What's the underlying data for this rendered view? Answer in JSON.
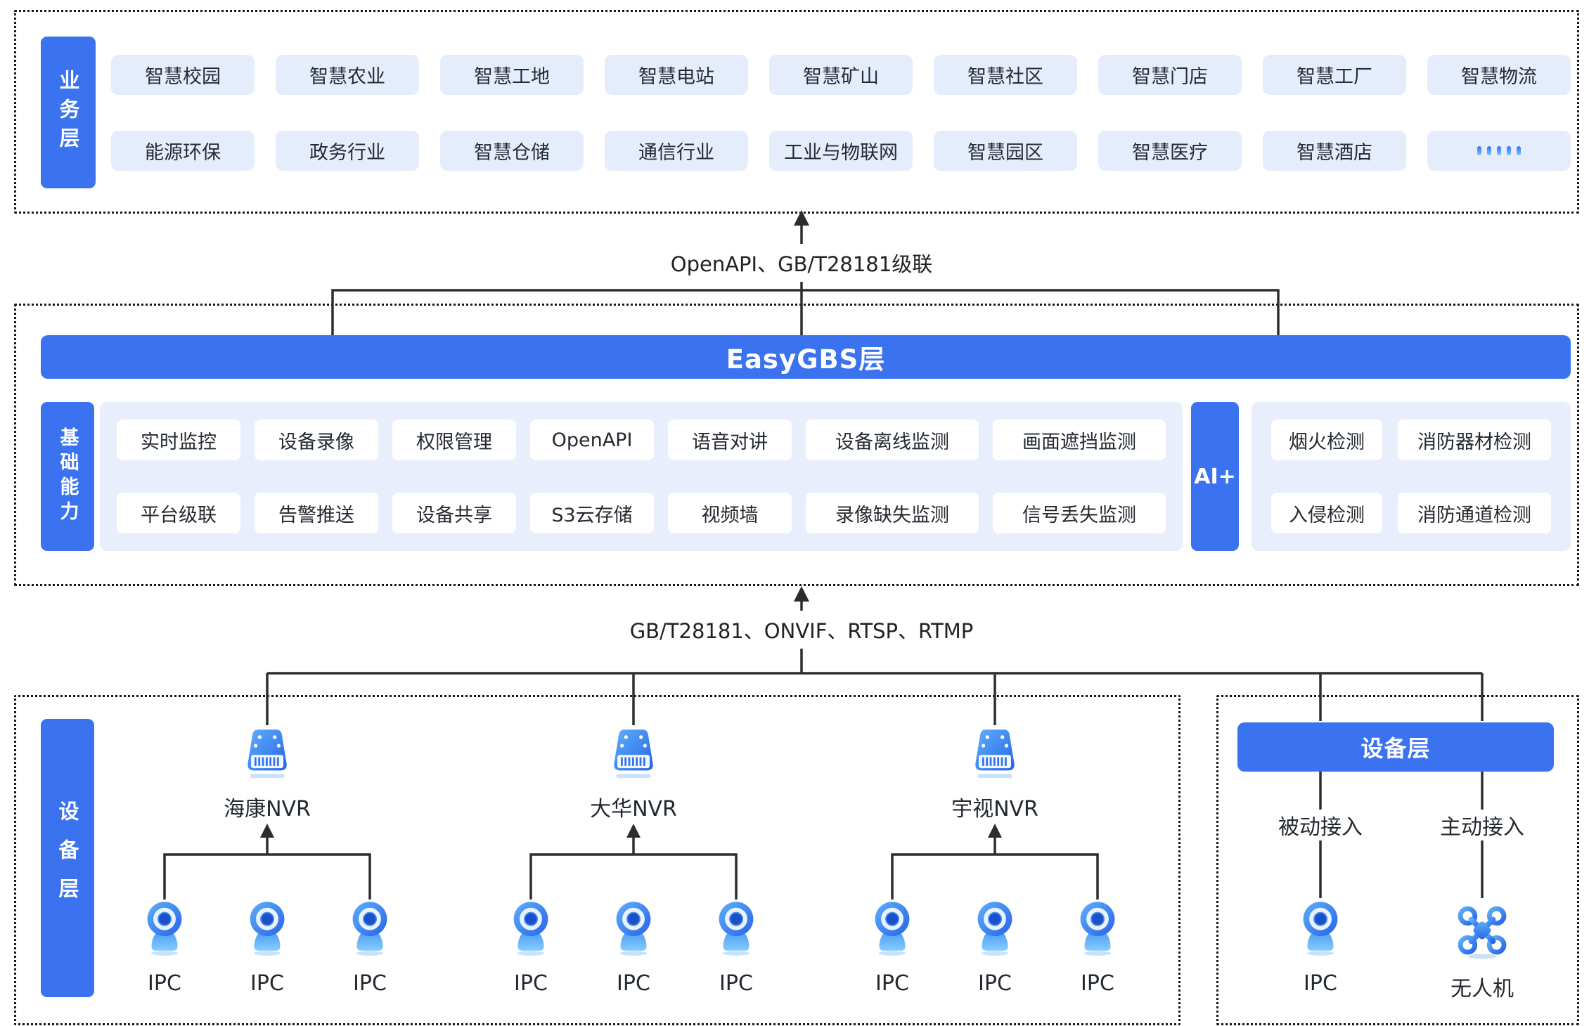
{
  "colors": {
    "primary_blue": "#3A72EF",
    "chip_light_blue": "#E5EDFC",
    "panel_light_blue": "#E8EEFB",
    "connector_line": "#2D2D2D",
    "icon_gradient_start": "#5FB0F9",
    "icon_gradient_end": "#2763E8"
  },
  "icons": {
    "nvr": "nvr-device-icon",
    "ipc": "ipc-camera-icon",
    "drone": "drone-icon",
    "more": "ellipsis-dots-icon"
  },
  "business_layer": {
    "label": "业务层",
    "row1": [
      "智慧校园",
      "智慧农业",
      "智慧工地",
      "智慧电站",
      "智慧矿山",
      "智慧社区",
      "智慧门店",
      "智慧工厂",
      "智慧物流"
    ],
    "row2": [
      "能源环保",
      "政务行业",
      "智慧仓储",
      "通信行业",
      "工业与物联网",
      "智慧园区",
      "智慧医疗",
      "智慧酒店"
    ]
  },
  "link_top": {
    "label": "OpenAPI、GB/T28181级联"
  },
  "easygbs_layer": {
    "banner": "EasyGBS层",
    "base_label": "基础能力",
    "base_row1": [
      "实时监控",
      "设备录像",
      "权限管理",
      "OpenAPI",
      "语音对讲",
      "设备离线监测",
      "画面遮挡监测"
    ],
    "base_row2": [
      "平台级联",
      "告警推送",
      "设备共享",
      "S3云存储",
      "视频墙",
      "录像缺失监测",
      "信号丢失监测"
    ],
    "ai_label": "AI+",
    "ai_row1": [
      "烟火检测",
      "消防器材检测"
    ],
    "ai_row2": [
      "入侵检测",
      "消防通道检测"
    ]
  },
  "link_bottom": {
    "label": "GB/T28181、ONVIF、RTSP、RTMP"
  },
  "device_layer": {
    "label": "设备层",
    "nvr_groups": [
      {
        "name": "海康NVR"
      },
      {
        "name": "大华NVR"
      },
      {
        "name": "宇视NVR"
      }
    ],
    "ipc_label": "IPC"
  },
  "device_panel": {
    "header": "设备层",
    "passive_label": "被动接入",
    "active_label": "主动接入",
    "ipc_label": "IPC",
    "drone_label": "无人机"
  }
}
